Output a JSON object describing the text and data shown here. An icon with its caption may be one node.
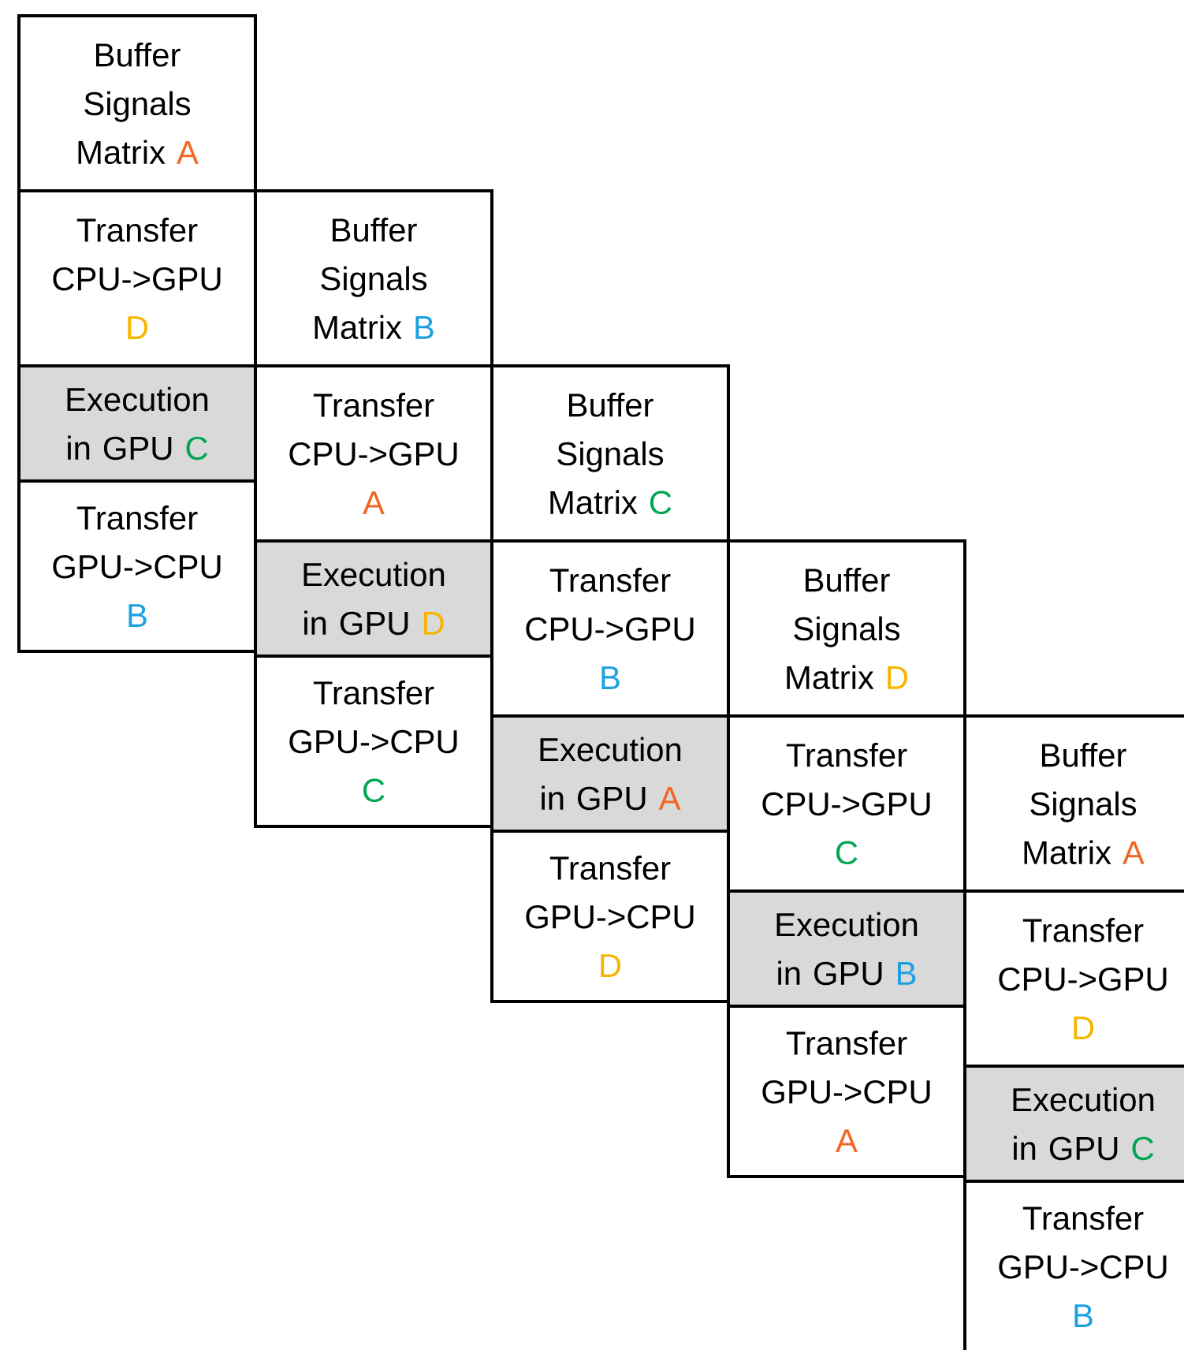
{
  "diagram": {
    "nodes": [
      {
        "text": [
          "Buffer Signals Matrix",
          "A"
        ]
      },
      {
        "text": [
          "Transfer CPU->GPU",
          "D"
        ]
      },
      {
        "text": [
          "Execution in GPU",
          "C"
        ]
      },
      {
        "text": [
          "Transfer GPU->CPU",
          "B"
        ]
      },
      {
        "text": [
          "Buffer Signals Matrix",
          "B"
        ]
      },
      {
        "text": [
          "Transfer CPU->GPU",
          "A"
        ]
      },
      {
        "text": [
          "Execution in GPU",
          "D"
        ]
      },
      {
        "text": [
          "Transfer GPU->CPU",
          "C"
        ]
      },
      {
        "text": [
          "Buffer Signals Matrix",
          "C"
        ]
      },
      {
        "text": [
          "Transfer CPU->GPU",
          "B"
        ]
      },
      {
        "text": [
          "Execution in GPU",
          "A"
        ]
      },
      {
        "text": [
          "Transfer GPU->CPU",
          "D"
        ]
      },
      {
        "text": [
          "Buffer Signals Matrix",
          "D"
        ]
      },
      {
        "text": [
          "Transfer CPU->GPU",
          "C"
        ]
      },
      {
        "text": [
          "Execution in GPU",
          "B"
        ]
      },
      {
        "text": [
          "Transfer GPU->CPU",
          "A"
        ]
      },
      {
        "text": [
          "Buffer Signals Matrix",
          "A"
        ]
      },
      {
        "text": [
          "Transfer CPU->GPU",
          "D"
        ]
      },
      {
        "text": [
          "Execution in GPU",
          "C"
        ]
      },
      {
        "text": [
          "Transfer GPU->CPU",
          "B"
        ]
      }
    ]
  }
}
